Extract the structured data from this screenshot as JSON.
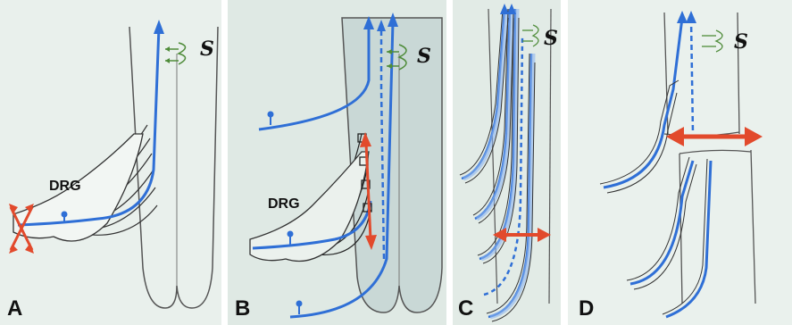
{
  "panels": [
    {
      "letter": "A",
      "drg": "DRG",
      "s": "S"
    },
    {
      "letter": "B",
      "drg": "DRG",
      "s": "S"
    },
    {
      "letter": "C",
      "s": "S"
    },
    {
      "letter": "D",
      "s": "S"
    }
  ],
  "colors": {
    "background": "#e7efeb",
    "cord_outline": "#555555",
    "nerve_blue": "#2f6fd6",
    "nerve_light": "#8fb7f0",
    "arrow_red": "#e24a2c",
    "synapse_green": "#4f8c3a"
  }
}
